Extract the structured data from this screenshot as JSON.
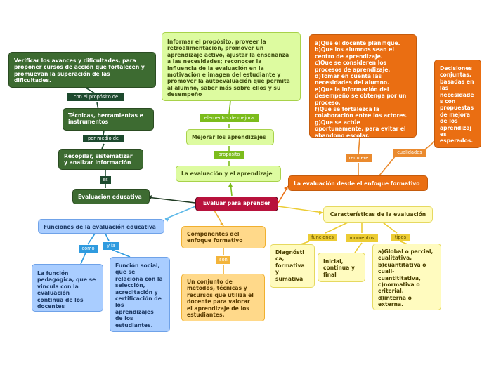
{
  "center": {
    "text": "Evaluar para aprender"
  },
  "left": {
    "evaluacion_educativa": "Evaluación educativa",
    "es": "es",
    "recopilar": "Recopilar, sistematizar\ny analizar información",
    "por_medio_de": "por medio de",
    "tecnicas": "Técnicas, herramientas e\ninstrumentos",
    "con_proposito": "con el propósito de",
    "verificar": "Verificar los avances y dificultades, para\nproponer cursos de acción que fortalecen y\npromuevan la superación de las\ndificultades."
  },
  "top": {
    "aprendizaje": "La evaluación y el aprendizaje",
    "proposito": "propósito",
    "mejorar": "Mejorar los aprendizajes",
    "elementos": "elementos de mejora",
    "informar": "Informar el propósito, proveer la\nretroalimentación, promover un\naprendizaje activo, ajustar la enseñanza\na las necesidades; reconocer la\ninfluencia de la evaluación en la\nmotivación e imagen del estudiante y\npromover la autoevaluación que permita\nal alumno, saber más sobre ellos y su\ndesempeño"
  },
  "right": {
    "enfoque": "La evaluación desde el enfoque formativo",
    "requiere": "requiere",
    "requiere_list": "a)Que el docente planifique.\nb)Que los alumnos sean el\ncentro de aprendizaje.\nc)Que se consideren los\nprocesos de aprendizaje.\nd)Tomar en cuenta las\nnecesidades del alumno.\ne)Que la información del\ndesempeño se obtenga por un\nproceso.\nf)Que se fortalezca la\ncolaboración entre los actores.\ng)Que se actúe\noportunamente, para evitar el\nabandono escolar.",
    "cualidades": "cualidades",
    "decisiones": "Decisiones\nconjuntas,\nbasadas en\nlas\nnecesidade\ns con\npropuestas\nde mejora\nde los\naprendizaj\nes\nesperados."
  },
  "components": {
    "title": "Componentes del\nenfoque formativo",
    "son": "son",
    "desc": "Un conjunto de\nmétodos, técnicas y\nrecursos que utiliza el\ndocente para valorar\nel aprendizaje de los\nestudiantes."
  },
  "characteristics": {
    "title": "Características de la evaluación",
    "funciones": "funciones",
    "momentos": "momentos",
    "tipos": "tipos",
    "diagnostica": "Diagnósti\nca,\nformativa\ny\nsumativa",
    "inicial": "Inicial,\ncontinua y\nfinal",
    "tipos_list": "a)Global o parcial,\ncualitativa,\nb)cuantitativa o\ncuali-\ncuantititativa,\nc)normativa o\ncriterial.\nd)interna  o\nexterna."
  },
  "functions": {
    "title": "Funciones de la evaluación educativa",
    "como": "como",
    "y_la": "y la",
    "pedagogica": "La función\npedagógica, que se\nvincula con la\nevaluación\ncontinua de los\ndocentes",
    "social": "Función social,\nque se\nrelaciona con la\nselección,\nacreditación y\ncertificación de\nlos\naprendizajes\nde los\nestudiantes."
  },
  "colors": {
    "center": "#b8123c",
    "dark_green": "#3d6b31",
    "light_green": "#ddfba0",
    "orange": "#ea6e12",
    "light_orange": "#ffd98a",
    "light_yellow": "#fffbbf",
    "light_blue": "#a9cdff"
  }
}
